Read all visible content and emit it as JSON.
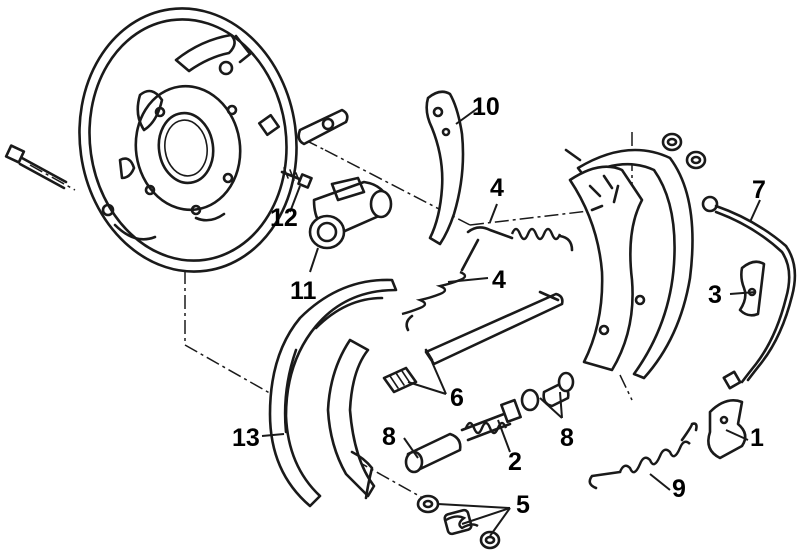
{
  "labels": {
    "l1": "1",
    "l2": "2",
    "l3": "3",
    "l4a": "4",
    "l4b": "4",
    "l5": "5",
    "l6": "6",
    "l7": "7",
    "l8a": "8",
    "l8b": "8",
    "l9": "9",
    "l10": "10",
    "l11": "11",
    "l12": "12",
    "l13": "13"
  },
  "colors": {
    "ink": "#1a1a1a",
    "background": "#ffffff"
  }
}
